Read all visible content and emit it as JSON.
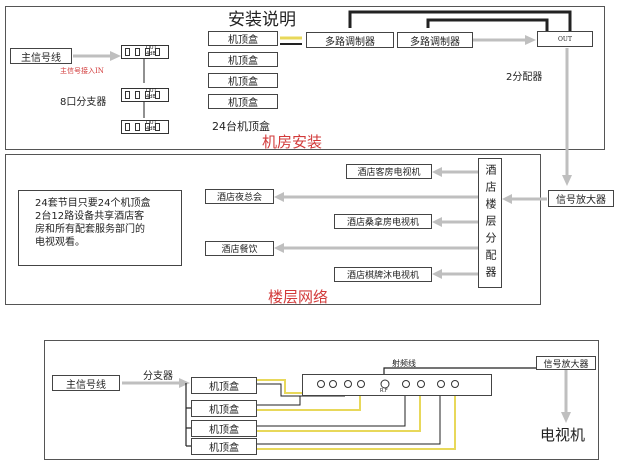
{
  "top_section": {
    "title": "安装说明",
    "subtitle": "机房安装",
    "main_signal_label": "主信号线",
    "main_signal_in_label": "主信号接入IN",
    "splitter_label": "8口分支器",
    "stb_boxes": [
      "机顶盒",
      "机顶盒",
      "机顶盒",
      "机顶盒"
    ],
    "stb_count_label": "24台机顶盒",
    "multiplexer_1": "多路调制器",
    "multiplexer_2": "多路调制器",
    "distributor_label": "2分配器",
    "out_label": "OUT",
    "splitter_port_text": "OUT  4dB"
  },
  "middle_section": {
    "title": "楼层网络",
    "note": "24套节目只要24个机顶盒\n2台12路设备共享酒店客\n房和所有配套服务部门的\n电视观看。",
    "amplifier": "信号放大器",
    "floor_distributor": "酒店楼层分配器",
    "destinations": [
      "酒店客房电视机",
      "酒店夜总会",
      "酒店桑拿房电视机",
      "酒店餐饮",
      "酒店棋牌沐电视机"
    ]
  },
  "bottom_section": {
    "main_signal_label": "主信号线",
    "splitter_label": "分支器",
    "stb_boxes": [
      "机顶盒",
      "机顶盒",
      "机顶盒",
      "机顶盒"
    ],
    "rf_line_label": "射频线",
    "amplifier": "信号放大器",
    "tv_label": "电视机",
    "rf_port_label": "R.F"
  },
  "colors": {
    "arrow": "#bfbfbf",
    "title_red": "#d23a3a",
    "wire_yellow": "#e8d85a",
    "line_dark": "#222222"
  }
}
